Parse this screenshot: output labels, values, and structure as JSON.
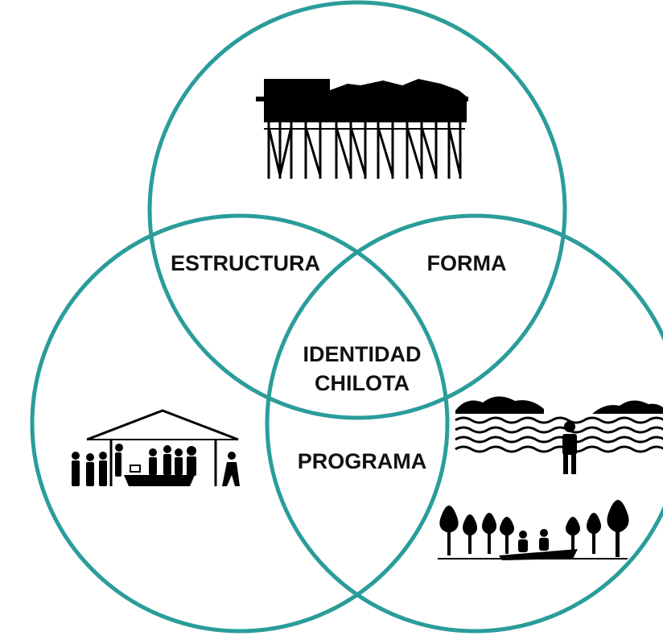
{
  "diagram": {
    "type": "venn",
    "circle_color": "#2a9d9a",
    "ink_color": "#000000",
    "sets": [
      {
        "id": "top",
        "pictogram": "stilt-house-icon"
      },
      {
        "id": "left",
        "pictogram": "community-shelter-icon"
      },
      {
        "id": "right",
        "pictogram": "sea-and-forest-icon"
      }
    ],
    "labels": {
      "estructura": "ESTRUCTURA",
      "forma": "FORMA",
      "identidad_line1": "IDENTIDAD",
      "identidad_line2": "CHILOTA",
      "programa": "PROGRAMA"
    }
  }
}
